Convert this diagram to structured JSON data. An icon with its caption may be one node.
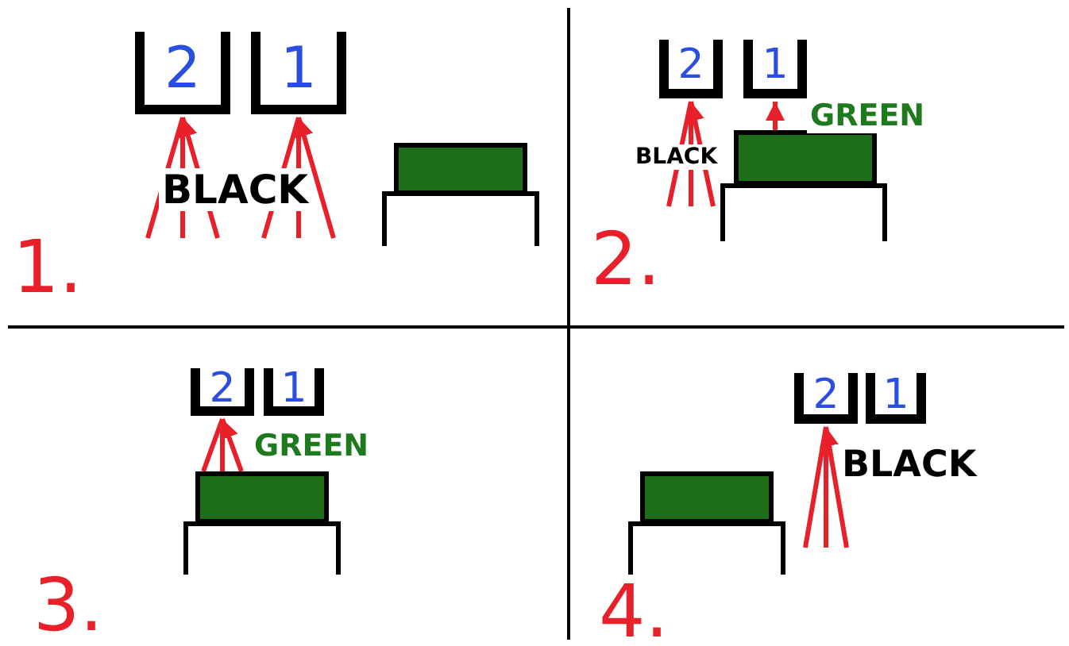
{
  "diagram": {
    "nodes": [
      {
        "text": [
          "2"
        ]
      },
      {
        "text": [
          "1"
        ]
      },
      {
        "text": [],
        "shape": "box"
      },
      {
        "text": [
          "2"
        ]
      },
      {
        "text": [
          "1"
        ]
      },
      {
        "text": [],
        "shape": "box"
      },
      {
        "text": [
          "2"
        ]
      },
      {
        "text": [
          "1"
        ]
      },
      {
        "text": [],
        "shape": "box"
      },
      {
        "text": [
          "2"
        ]
      },
      {
        "text": [
          "1"
        ]
      },
      {
        "text": [],
        "shape": "box"
      }
    ],
    "edges": [
      {
        "from": null,
        "to": 0,
        "arrow": "to"
      },
      {
        "from": null,
        "to": 1,
        "arrow": "to"
      },
      {
        "from": null,
        "to": 3,
        "arrow": "to"
      },
      {
        "from": 5,
        "to": 4,
        "arrow": "to"
      },
      {
        "from": 8,
        "to": 6,
        "arrow": "to"
      },
      {
        "from": null,
        "to": 9,
        "arrow": "to"
      }
    ],
    "labels": [
      "BLACK",
      "1.",
      "GREEN",
      "BLACK",
      "2.",
      "GREEN",
      "3.",
      "BLACK",
      "4."
    ]
  }
}
